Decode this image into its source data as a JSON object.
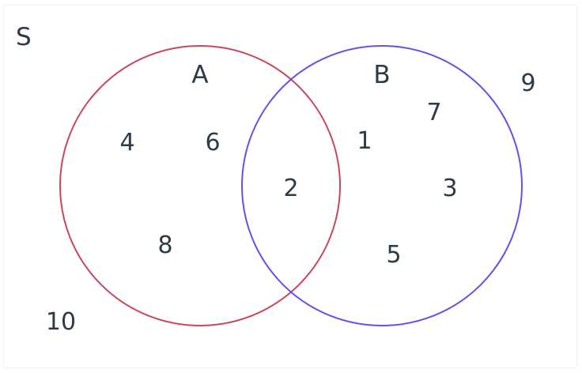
{
  "diagram": {
    "universe_label": "S",
    "sets": [
      {
        "name": "A",
        "color": "#c8475c"
      },
      {
        "name": "B",
        "color": "#6452e6"
      }
    ],
    "regions": {
      "only_a": [
        "4",
        "6",
        "8"
      ],
      "a_and_b": [
        "2"
      ],
      "only_b": [
        "1",
        "7",
        "3",
        "5"
      ],
      "outside": [
        "9",
        "10"
      ]
    },
    "text_color": "#2d3a48"
  }
}
